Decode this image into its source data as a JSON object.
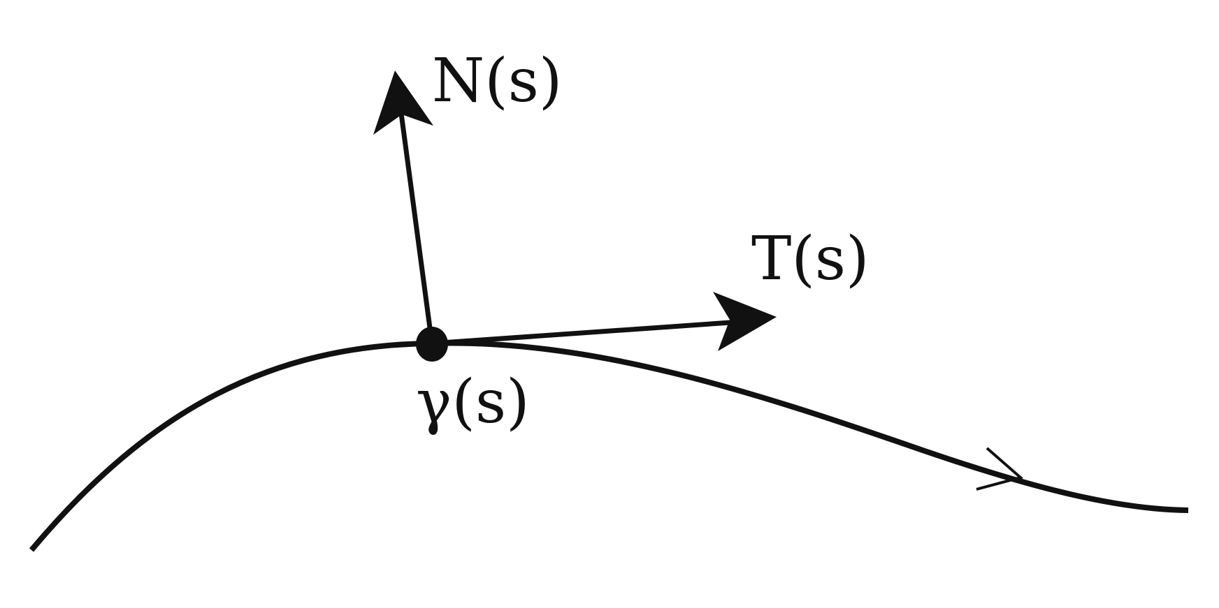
{
  "labels": {
    "normal": "N(s)",
    "tangent": "T(s)",
    "point": "γ(s)"
  },
  "colors": {
    "stroke": "#111111",
    "background": "#ffffff"
  }
}
